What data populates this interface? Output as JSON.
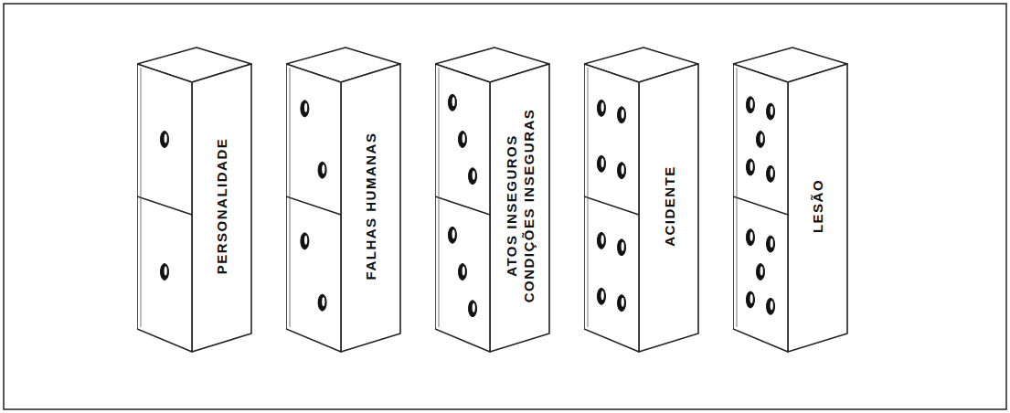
{
  "diagram": {
    "nodes": [
      {
        "text": [
          "PERSONALIDADE"
        ]
      },
      {
        "text": [
          "FALHAS HUMANAS"
        ]
      },
      {
        "text": [
          "ATOS INSEGUROS",
          "CONDIÇÕES INSEGURAS"
        ]
      },
      {
        "text": [
          "ACIDENTE"
        ]
      },
      {
        "text": [
          "LESÃO"
        ]
      }
    ]
  }
}
